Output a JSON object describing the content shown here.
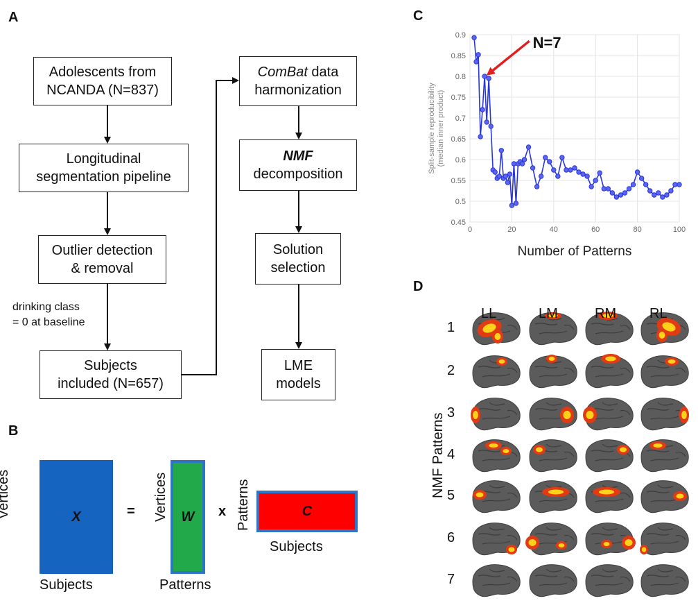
{
  "panels": {
    "a": {
      "letter": "A",
      "boxes": {
        "adolescents": [
          "Adolescents from",
          "NCANDA (N=837)"
        ],
        "longitudinal": [
          "Longitudinal",
          "segmentation pipeline"
        ],
        "outlier": [
          "Outlier detection",
          "& removal"
        ],
        "subjects": [
          "Subjects",
          "included (N=657)"
        ],
        "combat": {
          "italic": "ComBat",
          "rest1": " data",
          "line2": "harmonization"
        },
        "nmf": {
          "bold": "NMF",
          "line2": "decomposition"
        },
        "solution": [
          "Solution",
          "selection"
        ],
        "lme": [
          "LME",
          "models"
        ]
      },
      "note": [
        "drinking class",
        "= 0 at baseline"
      ]
    },
    "b": {
      "letter": "B",
      "x_label": "X",
      "w_label": "W",
      "c_label": "C",
      "equals": "=",
      "times": "x",
      "vertices_left": "Vertices",
      "subjects_left": "Subjects",
      "vertices_w": "Vertices",
      "patterns_w": "Patterns",
      "patterns_c": "Patterns",
      "subjects_c": "Subjects",
      "colors": {
        "x": "#1565c0",
        "w": "#22a94a",
        "c": "#ff0000",
        "border": "#2e75c6"
      }
    },
    "c": {
      "letter": "C",
      "annotation": "N=7",
      "annotation_color": "#e02020"
    },
    "d": {
      "letter": "D",
      "columns": [
        "LL",
        "LM",
        "RM",
        "RL"
      ],
      "rows": [
        "1",
        "2",
        "3",
        "4",
        "5",
        "6",
        "7"
      ],
      "ylabel": "NMF Patterns"
    }
  },
  "chart_data": {
    "type": "line",
    "xlabel": "Number of Patterns",
    "ylabel": "Split-sample reproducibility (median inner product)",
    "ylabel_lines": [
      "Split-sample reproducibility",
      "(median inner product)"
    ],
    "xlim": [
      0,
      100
    ],
    "ylim": [
      0.45,
      0.9
    ],
    "xticks": [
      0,
      20,
      40,
      60,
      80,
      100
    ],
    "yticks": [
      0.45,
      0.5,
      0.55,
      0.6,
      0.65,
      0.7,
      0.75,
      0.8,
      0.85,
      0.9
    ],
    "grid": true,
    "color": "#2a35d8",
    "x": [
      2,
      3,
      4,
      5,
      6,
      7,
      8,
      9,
      10,
      11,
      12,
      13,
      14,
      15,
      16,
      17,
      18,
      19,
      20,
      21,
      22,
      23,
      24,
      25,
      26,
      28,
      30,
      32,
      34,
      36,
      38,
      40,
      42,
      44,
      46,
      48,
      50,
      52,
      54,
      56,
      58,
      60,
      62,
      64,
      66,
      68,
      70,
      72,
      74,
      76,
      78,
      80,
      82,
      84,
      86,
      88,
      90,
      92,
      94,
      96,
      98,
      100
    ],
    "y": [
      0.893,
      0.835,
      0.852,
      0.655,
      0.72,
      0.8,
      0.69,
      0.795,
      0.68,
      0.575,
      0.57,
      0.555,
      0.56,
      0.622,
      0.555,
      0.56,
      0.545,
      0.565,
      0.49,
      0.59,
      0.495,
      0.59,
      0.595,
      0.59,
      0.6,
      0.63,
      0.58,
      0.535,
      0.56,
      0.605,
      0.595,
      0.575,
      0.56,
      0.605,
      0.575,
      0.575,
      0.58,
      0.57,
      0.565,
      0.56,
      0.535,
      0.55,
      0.568,
      0.53,
      0.53,
      0.52,
      0.51,
      0.515,
      0.52,
      0.53,
      0.54,
      0.57,
      0.555,
      0.54,
      0.525,
      0.515,
      0.52,
      0.51,
      0.515,
      0.525,
      0.54,
      0.54
    ]
  }
}
